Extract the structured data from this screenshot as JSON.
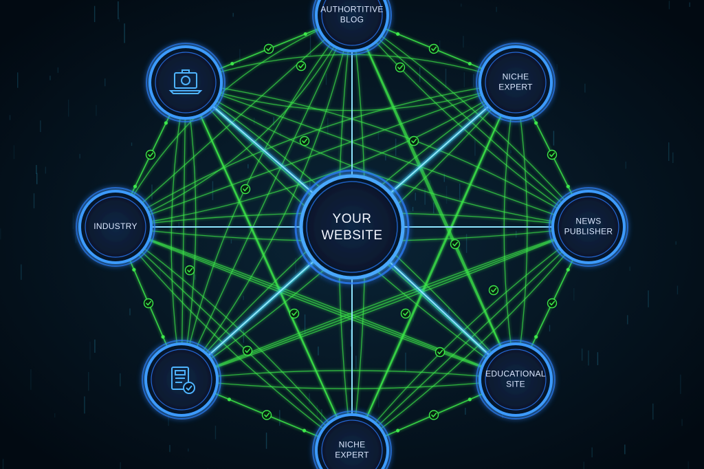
{
  "hub": {
    "lines": [
      "YOUR",
      "WEBSITE"
    ]
  },
  "nodes": [
    {
      "id": "authoritative-blog",
      "lines": [
        "AUTHORTITIVE",
        "BLOG"
      ]
    },
    {
      "id": "niche-expert-top",
      "lines": [
        "NICHE",
        "EXPERT"
      ]
    },
    {
      "id": "news-publisher",
      "lines": [
        "NEWS",
        "PUBLISHER"
      ]
    },
    {
      "id": "educational-site",
      "lines": [
        "EDUCATIONAL",
        "SITE"
      ]
    },
    {
      "id": "niche-expert-bottom",
      "lines": [
        "NICHE",
        "EXPERT"
      ]
    },
    {
      "id": "document",
      "icon": "document-check-icon",
      "lines": []
    },
    {
      "id": "industry",
      "lines": [
        "INDUSTRY"
      ]
    },
    {
      "id": "camera-laptop",
      "icon": "camera-laptop-icon",
      "lines": []
    }
  ],
  "colors": {
    "background": "#04101a",
    "spoke": "#3ec8ff",
    "ring": "#2a7dff",
    "mesh": "#3de84a",
    "check": "#3de84a"
  }
}
